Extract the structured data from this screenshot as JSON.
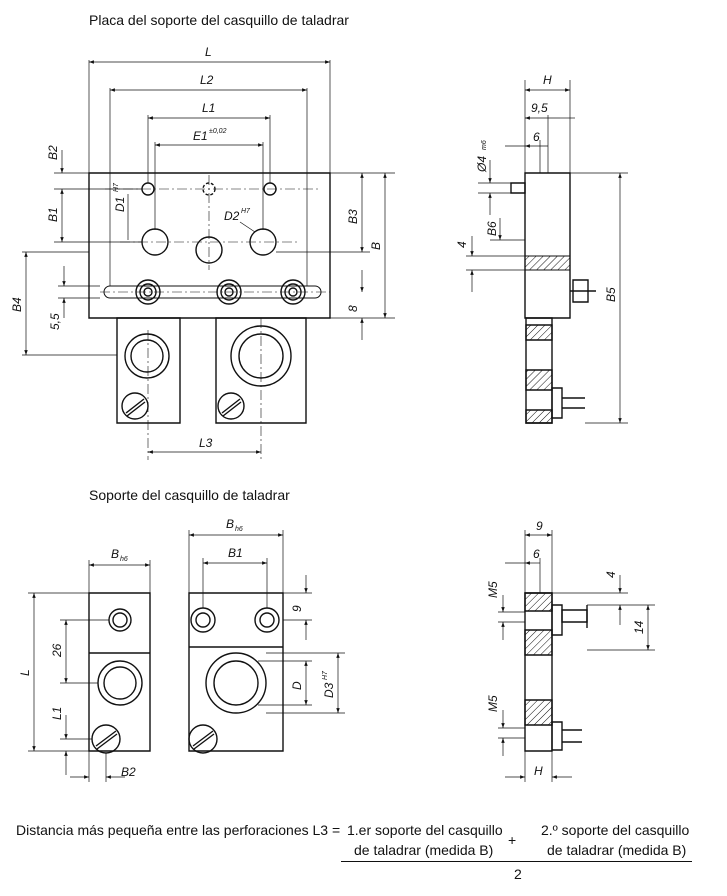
{
  "titles": {
    "plate": "Placa del soporte del casquillo de taladrar",
    "support": "Soporte del casquillo de taladrar"
  },
  "formula": {
    "prefix": "Distancia más pequeña entre las perforaciones L3 =",
    "term1_line1": "1.er soporte del casquillo",
    "term1_line2": "de taladrar (medida B)",
    "plus": "+",
    "term2_line1": "2.º soporte del casquillo",
    "term2_line2": "de taladrar (medida B)",
    "denominator": "2"
  },
  "dims": {
    "L": "L",
    "L2": "L2",
    "L1": "L1",
    "E1": "E1",
    "E1_tol": "±0,02",
    "B2": "B2",
    "B1": "B1",
    "D1": "D1",
    "D1_tol": "H7",
    "D2": "D2",
    "D2_tol": "H7",
    "B3": "B3",
    "B": "B",
    "B4": "B4",
    "v55": "5,5",
    "v8": "8",
    "L3": "L3",
    "H": "H",
    "v95": "9,5",
    "v6": "6",
    "D4": "Ø4",
    "D4_tol": "m6",
    "B6": "B6",
    "v4": "4",
    "B5": "B5",
    "Bh6": "B",
    "Bh6_tol": "h6",
    "v26": "26",
    "sL": "L",
    "sL1": "L1",
    "sB2": "B2",
    "sB1": "B1",
    "v9": "9",
    "sD": "D",
    "D3": "D3",
    "D3_tol": "H7",
    "m9": "9",
    "m6": "6",
    "m4": "4",
    "M5a": "M5",
    "m14": "14",
    "M5b": "M5",
    "mH": "H"
  }
}
